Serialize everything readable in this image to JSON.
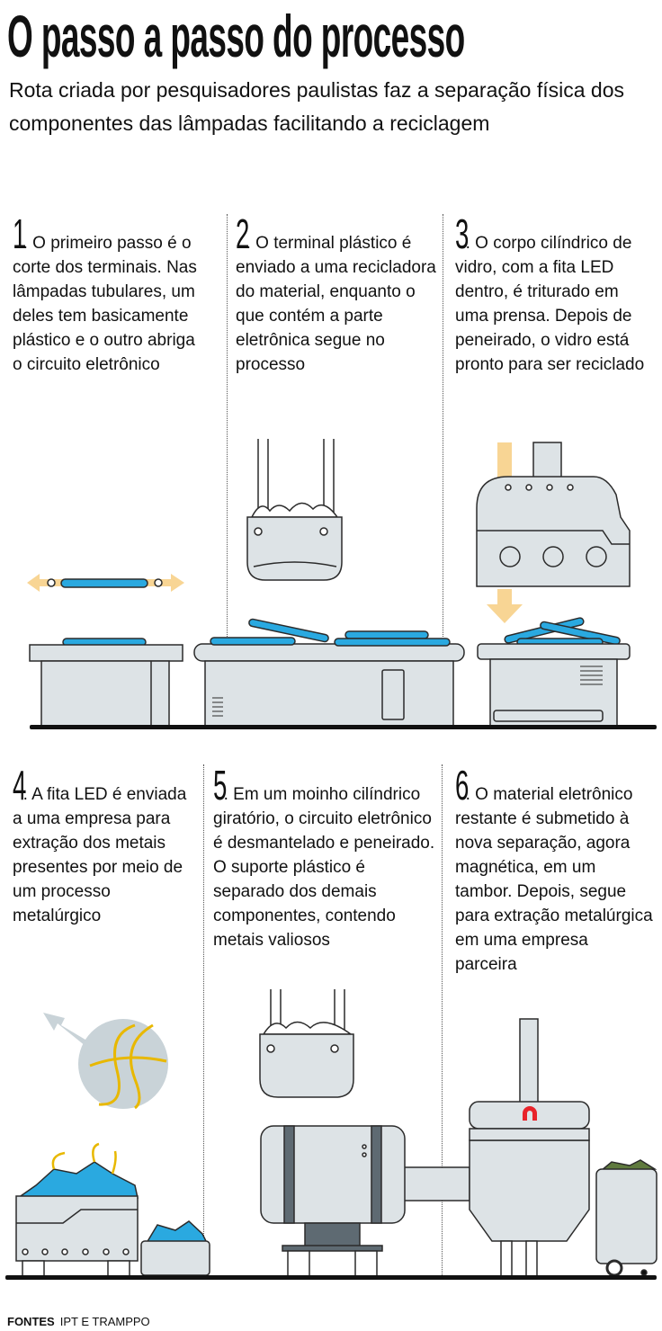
{
  "title": "O passo a passo do processo",
  "subtitle": "Rota criada por pesquisadores paulistas faz a separação física dos componentes das lâmpadas facilitando a reciclagem",
  "steps": [
    {
      "number": "1",
      "text": ". O primeiro passo é o corte dos terminais. Nas lâmpadas tubulares, um deles tem basicamente plástico e o outro abriga o circuito eletrônico"
    },
    {
      "number": "2",
      "text": ". O terminal plástico é enviado a uma recicladora do material, enquanto o que contém a parte eletrônica segue no processo"
    },
    {
      "number": "3",
      "text": ". O corpo cilíndrico de vidro, com a fita LED dentro, é triturado em uma prensa. Depois de peneirado, o vidro está pronto para ser reciclado"
    },
    {
      "number": "4",
      "text": ". A fita LED é enviada a uma empresa para extração dos metais presentes por meio de um processo metalúrgico"
    },
    {
      "number": "5",
      "text": ". Em um moinho cilíndrico giratório, o circuito eletrônico é desmantelado e peneirado. O suporte plástico é separado dos demais componentes, contendo metais valiosos"
    },
    {
      "number": "6",
      "text": ". O material eletrônico restante é submetido à nova separação, agora magnética, em um tambor. Depois, segue para extração metalúrgica em uma empresa parceira"
    }
  ],
  "footer": {
    "label": "FONTES",
    "sources": "IPT E TRAMPPO"
  },
  "colors": {
    "tube": "#2aa9e0",
    "machine": "#dde3e6",
    "outline": "#2b2b2b",
    "arrow": "#f8d594",
    "magnet": "#e8232a",
    "waste": "#5f7a3e"
  }
}
